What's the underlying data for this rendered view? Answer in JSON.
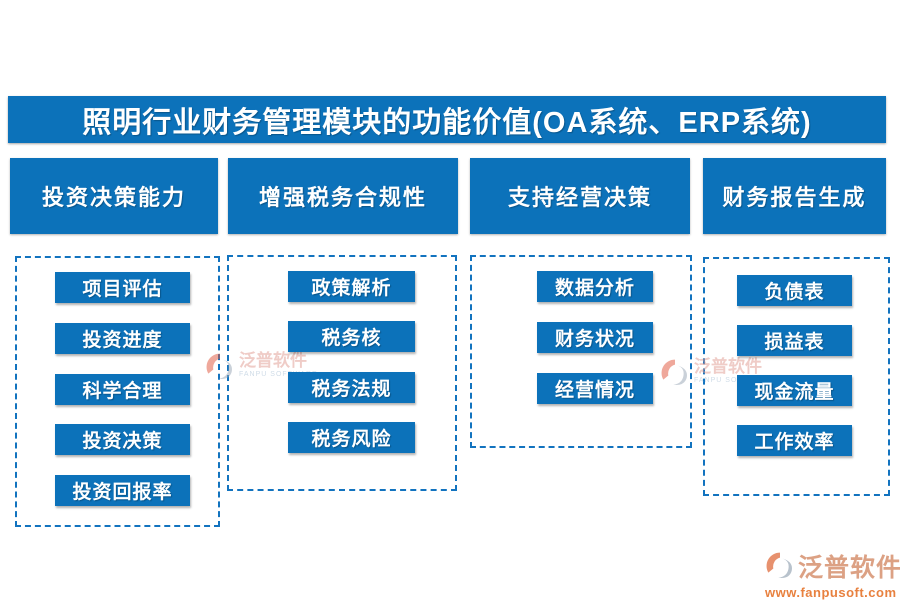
{
  "title": "照明行业财务管理模块的功能价值(OA系统、ERP系统)",
  "columns": [
    {
      "header": "投资决策能力",
      "items": [
        "项目评估",
        "投资进度",
        "科学合理",
        "投资决策",
        "投资回报率"
      ]
    },
    {
      "header": "增强税务合规性",
      "items": [
        "政策解析",
        "税务核",
        "税务法规",
        "税务风险"
      ]
    },
    {
      "header": "支持经营决策",
      "items": [
        "数据分析",
        "财务状况",
        "经营情况"
      ]
    },
    {
      "header": "财务报告生成",
      "items": [
        "负债表",
        "损益表",
        "现金流量",
        "工作效率"
      ]
    }
  ],
  "watermark": {
    "brand_cn": "泛普软件",
    "brand_en": "FANPU SOFTWARE",
    "url": "www.fanpusoft.com"
  },
  "colors": {
    "primary_blue": "#0c72ba",
    "dashed_border": "#1273bf",
    "watermark_tan": "#dca184",
    "watermark_orange": "#e8813f"
  }
}
